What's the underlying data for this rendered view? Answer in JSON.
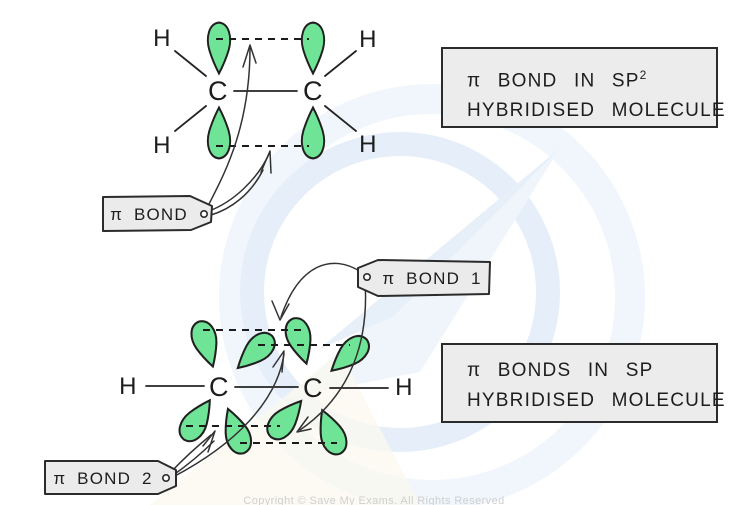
{
  "page": {
    "watermark_copyright": "Copyright © Save My Exams. All Rights Reserved"
  },
  "colors": {
    "orbital_fill": "#6fe496",
    "orbital_stroke": "#202020",
    "label_fill": "#ebebeb",
    "label_stroke": "#2b2b2b",
    "line": "#242424",
    "watermark_blue": "#e4eef8",
    "watermark_cream": "#fbf8ef"
  },
  "atoms": {
    "carbon": "C",
    "hydrogen": "H"
  },
  "diagram_top": {
    "molecule": "ethene (sp2 hybridised)",
    "caption_tag": "π BOND",
    "info_box": {
      "line1": "π BOND IN SP",
      "sup": "2",
      "line2": "HYBRIDISED MOLECULE"
    }
  },
  "diagram_bottom": {
    "molecule": "ethyne (sp hybridised)",
    "tag1": "π BOND 1",
    "tag2": "π BOND 2",
    "info_box": {
      "line1": "π BONDS IN SP",
      "line2": "HYBRIDISED MOLECULE"
    }
  }
}
